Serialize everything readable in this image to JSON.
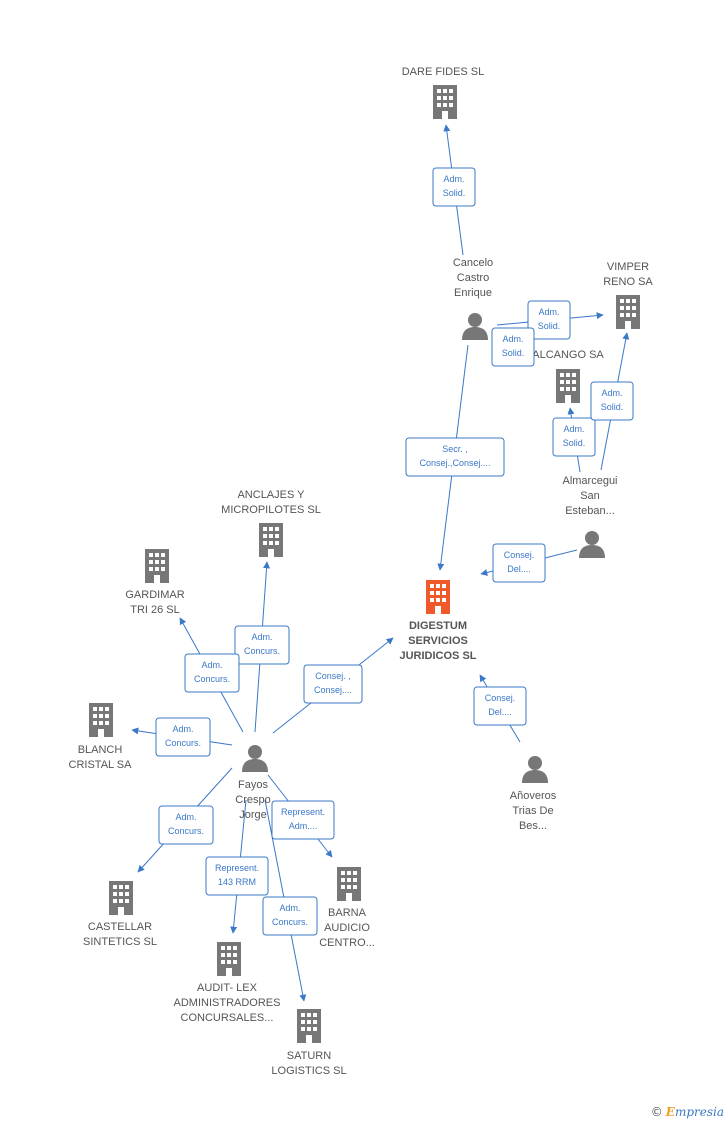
{
  "graph": {
    "colors": {
      "company": "#777777",
      "person": "#777777",
      "main": "#f05a2a",
      "edge": "#3a78c8",
      "label_text": "#555555"
    },
    "nodes": [
      {
        "id": "dare",
        "type": "company",
        "lines": [
          "DARE FIDES SL"
        ]
      },
      {
        "id": "cancelo",
        "type": "person",
        "lines": [
          "Cancelo",
          "Castro",
          "Enrique"
        ]
      },
      {
        "id": "vimper",
        "type": "company",
        "lines": [
          "VIMPER",
          "RENO SA"
        ]
      },
      {
        "id": "alcango",
        "type": "company",
        "lines": [
          "ALCANGO SA"
        ]
      },
      {
        "id": "almarcegui",
        "type": "person",
        "lines": [
          "Almarcegui",
          "San",
          "Esteban..."
        ]
      },
      {
        "id": "anclajes",
        "type": "company",
        "lines": [
          "ANCLAJES Y",
          "MICROPILOTES SL"
        ]
      },
      {
        "id": "gardimar",
        "type": "company",
        "lines": [
          "GARDIMAR",
          "TRI 26 SL"
        ]
      },
      {
        "id": "digestum",
        "type": "main",
        "lines": [
          "DIGESTUM",
          "SERVICIOS",
          "JURIDICOS SL"
        ]
      },
      {
        "id": "blanch",
        "type": "company",
        "lines": [
          "BLANCH",
          "CRISTAL SA"
        ]
      },
      {
        "id": "fayos",
        "type": "person",
        "lines": [
          "Fayos",
          "Crespo",
          "Jorge"
        ]
      },
      {
        "id": "anoveros",
        "type": "person",
        "lines": [
          "Añoveros",
          "Trias De",
          "Bes..."
        ]
      },
      {
        "id": "castellar",
        "type": "company",
        "lines": [
          "CASTELLAR",
          "SINTETICS SL"
        ]
      },
      {
        "id": "barna",
        "type": "company",
        "lines": [
          "BARNA",
          "AUDICIO",
          "CENTRO..."
        ]
      },
      {
        "id": "auditlex",
        "type": "company",
        "lines": [
          "AUDIT- LEX",
          "ADMINISTRADORES",
          "CONCURSALES..."
        ]
      },
      {
        "id": "saturn",
        "type": "company",
        "lines": [
          "SATURN",
          "LOGISTICS SL"
        ]
      }
    ],
    "edges": [
      {
        "from": "cancelo",
        "to": "dare",
        "label": [
          "Adm.",
          "Solid."
        ]
      },
      {
        "from": "cancelo",
        "to": "vimper",
        "label": [
          "Adm.",
          "Solid."
        ]
      },
      {
        "from": "cancelo",
        "to": "alcango",
        "label": [
          "Adm.",
          "Solid."
        ]
      },
      {
        "from": "cancelo",
        "to": "digestum",
        "label": [
          "Secr. ,",
          "Consej.,Consej...."
        ]
      },
      {
        "from": "almarcegui",
        "to": "alcango",
        "label": [
          "Adm.",
          "Solid."
        ]
      },
      {
        "from": "almarcegui",
        "to": "vimper",
        "label": [
          "Adm.",
          "Solid."
        ]
      },
      {
        "from": "almarcegui",
        "to": "digestum",
        "label": [
          "Consej.",
          "Del...."
        ]
      },
      {
        "from": "anoveros",
        "to": "digestum",
        "label": [
          "Consej.",
          "Del...."
        ]
      },
      {
        "from": "fayos",
        "to": "digestum",
        "label": [
          "Consej. ,",
          "Consej...."
        ]
      },
      {
        "from": "fayos",
        "to": "anclajes",
        "label": [
          "Adm.",
          "Concurs."
        ]
      },
      {
        "from": "fayos",
        "to": "gardimar",
        "label": [
          "Adm.",
          "Concurs."
        ]
      },
      {
        "from": "fayos",
        "to": "blanch",
        "label": [
          "Adm.",
          "Concurs."
        ]
      },
      {
        "from": "fayos",
        "to": "castellar",
        "label": [
          "Adm.",
          "Concurs."
        ]
      },
      {
        "from": "fayos",
        "to": "barna",
        "label": [
          "Represent.",
          "Adm...."
        ]
      },
      {
        "from": "fayos",
        "to": "auditlex",
        "label": [
          "Represent.",
          "143 RRM"
        ]
      },
      {
        "from": "fayos",
        "to": "saturn",
        "label": [
          "Adm.",
          "Concurs."
        ]
      }
    ]
  },
  "brand": {
    "copyright": "©",
    "initial": "E",
    "rest": "mpresia"
  }
}
